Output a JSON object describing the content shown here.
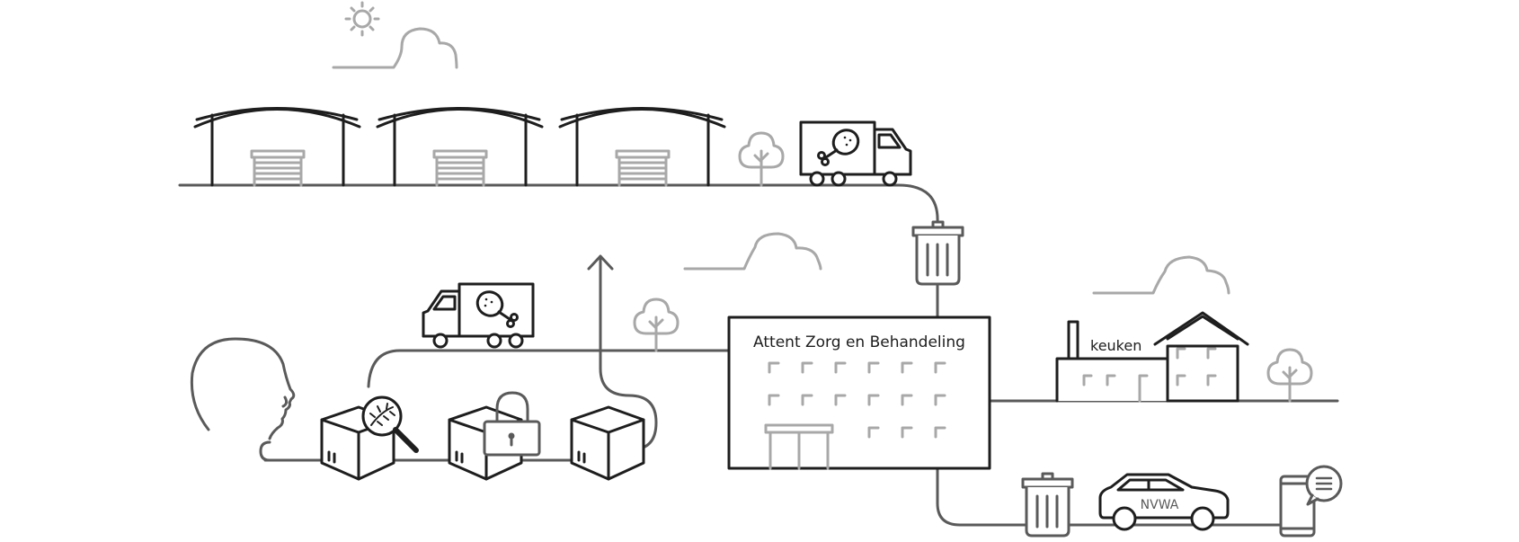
{
  "diagram": {
    "building_label": "Attent Zorg en Behandeling",
    "kitchen_label": "keuken",
    "car_label": "NVWA"
  },
  "colors": {
    "dark_line": "#1e1e1e",
    "medium_line": "#5a5a5a",
    "light_line": "#a8a8a8",
    "background": "#ffffff"
  },
  "icons": [
    "sun-icon",
    "cloud-icon",
    "warehouse-icon",
    "tree-icon",
    "delivery-truck-icon",
    "chicken-leg-icon",
    "trash-bin-icon",
    "arrow-up-icon",
    "person-head-icon",
    "box-icon",
    "magnifier-icon",
    "bacteria-icon",
    "padlock-icon",
    "kitchen-building-icon",
    "house-icon",
    "car-icon",
    "smartphone-icon",
    "chat-bubble-icon"
  ]
}
